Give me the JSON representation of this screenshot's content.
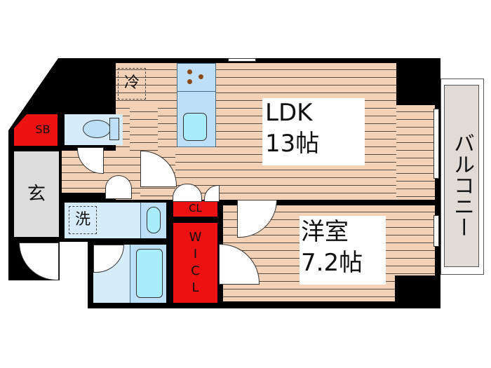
{
  "plan": {
    "rooms": {
      "ldk": {
        "name": "LDK",
        "size": "13帖"
      },
      "western": {
        "name": "洋室",
        "size": "7.2帖"
      },
      "balcony": {
        "name": "バルコニー"
      },
      "entrance": {
        "name": "玄"
      },
      "washroom": {
        "name": "洗"
      },
      "fridge": {
        "name": "冷"
      },
      "shoebox": {
        "name": "SB"
      },
      "closet": {
        "name": "CL"
      },
      "walkin_closet": {
        "name": "W\nI\nC\nL",
        "chars": [
          "W",
          "I",
          "C",
          "L"
        ]
      }
    },
    "colors": {
      "floor": "#f2d1b6",
      "floor_line": "#5a4636",
      "wet_area": "#d6ecfb",
      "storage_red": "#ee1111",
      "entrance_gray": "#dcdcdc",
      "balcony": "#e2dad4",
      "wall": "#000000"
    }
  }
}
